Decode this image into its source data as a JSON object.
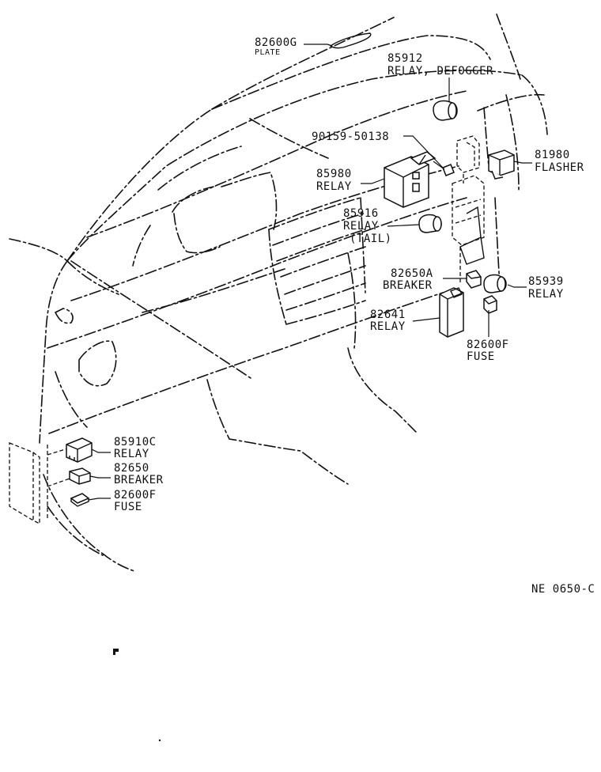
{
  "figure_code": "NE 0650-C",
  "callouts": [
    {
      "id": "plate-82600g",
      "part_no": "82600G",
      "desc": "PLATE"
    },
    {
      "id": "relay-85912",
      "part_no": "85912",
      "desc": "RELAY, DEFOGGER"
    },
    {
      "id": "bolt-90159",
      "part_no": "90159-50138",
      "desc": ""
    },
    {
      "id": "relay-85980",
      "part_no": "85980",
      "desc": "RELAY"
    },
    {
      "id": "flasher-81980",
      "part_no": "81980",
      "desc": "FLASHER"
    },
    {
      "id": "relay-85916",
      "part_no": "85916",
      "desc": "RELAY",
      "desc2": "(TAIL)"
    },
    {
      "id": "breaker-82650a",
      "part_no": "82650A",
      "desc": "BREAKER"
    },
    {
      "id": "relay-85939",
      "part_no": "85939",
      "desc": "RELAY"
    },
    {
      "id": "relay-82641",
      "part_no": "82641",
      "desc": "RELAY"
    },
    {
      "id": "fuse-82600f-right",
      "part_no": "82600F",
      "desc": "FUSE"
    },
    {
      "id": "relay-85910c",
      "part_no": "85910C",
      "desc": "RELAY"
    },
    {
      "id": "breaker-82650",
      "part_no": "82650",
      "desc": "BREAKER"
    },
    {
      "id": "fuse-82600f-left",
      "part_no": "82600F",
      "desc": "FUSE"
    }
  ]
}
